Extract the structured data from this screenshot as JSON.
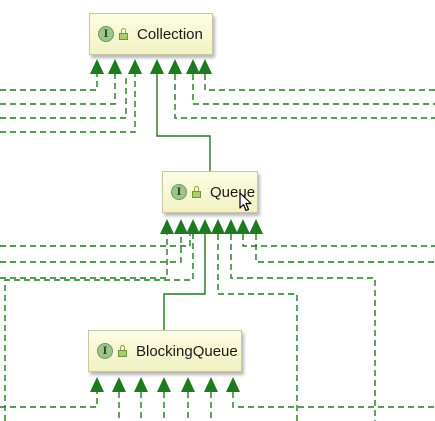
{
  "colors": {
    "edge": "#1e7a1e",
    "node_fill": "#f8f8d4",
    "node_border": "#c8c8a0",
    "badge": "#9cc48c"
  },
  "nodes": [
    {
      "id": "collection",
      "label": "Collection",
      "kind_badge": "I",
      "icon": "lock-icon"
    },
    {
      "id": "queue",
      "label": "Queue",
      "kind_badge": "I",
      "icon": "lock-icon"
    },
    {
      "id": "blockingqueue",
      "label": "BlockingQueue",
      "kind_badge": "I",
      "icon": "lock-icon"
    }
  ],
  "edges": [
    {
      "from": "queue",
      "to": "collection",
      "style": "solid",
      "arrow": "triangle"
    },
    {
      "from": "blockingqueue",
      "to": "queue",
      "style": "solid",
      "arrow": "triangle"
    },
    {
      "to": "collection",
      "style": "dashed",
      "arrow": "triangle",
      "from": "offscreen"
    },
    {
      "to": "queue",
      "style": "dashed",
      "arrow": "triangle",
      "from": "offscreen"
    },
    {
      "to": "blockingqueue",
      "style": "dashed",
      "arrow": "triangle",
      "from": "offscreen"
    }
  ]
}
